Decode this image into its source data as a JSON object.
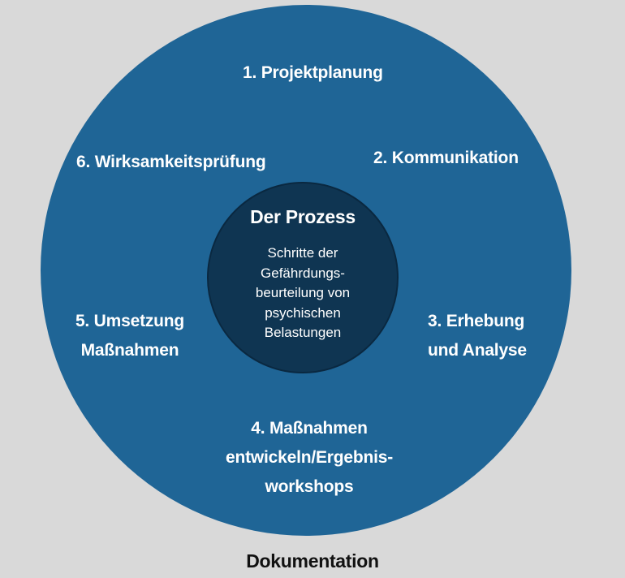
{
  "diagram": {
    "center": {
      "title": "Der Prozess",
      "subtitle_lines": [
        "Schritte der",
        "Gefährdungs-",
        "beurteilung von",
        "psychischen",
        "Belastungen"
      ]
    },
    "steps": [
      {
        "lines": [
          "1. Projektplanung"
        ]
      },
      {
        "lines": [
          "2. Kommunikation"
        ]
      },
      {
        "lines": [
          "3. Erhebung",
          "und Analyse"
        ]
      },
      {
        "lines": [
          "4. Maßnahmen",
          "entwickeln/Ergebnis-",
          "workshops"
        ]
      },
      {
        "lines": [
          "5. Umsetzung",
          "Maßnahmen"
        ]
      },
      {
        "lines": [
          "6. Wirksamkeitsprüfung"
        ]
      }
    ],
    "footer": "Dokumentation",
    "colors": {
      "background": "#d9d9d9",
      "outer_circle": "#1f6596",
      "inner_circle": "#0f3552",
      "label_text": "#ffffff",
      "footer_text": "#111111"
    }
  }
}
